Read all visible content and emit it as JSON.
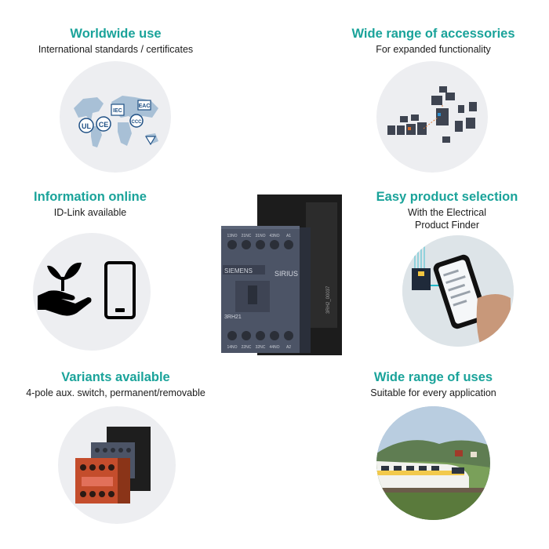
{
  "features": [
    {
      "id": "worldwide",
      "title": "Worldwide use",
      "subtitle": "International standards / certificates"
    },
    {
      "id": "accessories",
      "title": "Wide range of accessories",
      "subtitle": "For expanded functionality"
    },
    {
      "id": "info-online",
      "title": "Information online",
      "subtitle": "ID-Link available"
    },
    {
      "id": "selection",
      "title": "Easy product selection",
      "subtitle": "With the Electrical\nProduct Finder"
    },
    {
      "id": "variants",
      "title": "Variants available",
      "subtitle": "4-pole aux. switch, permanent/removable"
    },
    {
      "id": "uses",
      "title": "Wide range of uses",
      "subtitle": "Suitable for every application"
    }
  ],
  "product": {
    "brand": "SIEMENS",
    "series": "SIRIUS",
    "model": "3RH21",
    "side_code": "3RH2_00037",
    "terminals_top": [
      "13NO",
      "21NC",
      "31NO",
      "43NO",
      "A1"
    ],
    "terminals_bottom": [
      "14NO",
      "22NC",
      "32NC",
      "44NO",
      "A2"
    ]
  },
  "cert_marks": [
    "UL",
    "CE",
    "IEC",
    "EAC",
    "CCC"
  ],
  "colors": {
    "accent": "#1aa39a",
    "circle_bg": "#edeef1",
    "product_body": "#4c5466",
    "product_base": "#2a2a2a"
  }
}
